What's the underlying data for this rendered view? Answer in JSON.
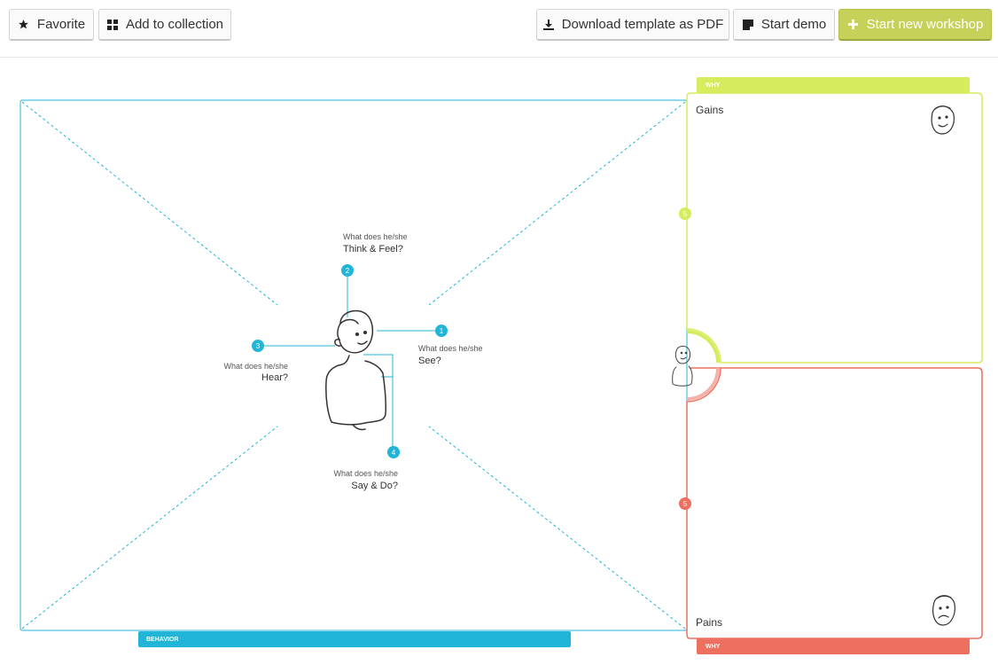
{
  "toolbar": {
    "favorite_label": "Favorite",
    "add_collection_label": "Add to collection",
    "download_pdf_label": "Download template as PDF",
    "start_demo_label": "Start demo",
    "start_workshop_label": "Start new workshop"
  },
  "icons": {
    "favorite": "star-icon",
    "collection": "grid-icon",
    "download": "download-icon",
    "demo": "sticky-note-icon",
    "workshop": "plus-icon"
  },
  "behavior_map": {
    "tag_label": "BEHAVIOR",
    "see": {
      "num": "1",
      "small": "What does he/she",
      "big": "See?"
    },
    "think": {
      "num": "2",
      "small": "What does he/she",
      "big": "Think & Feel?"
    },
    "hear": {
      "num": "3",
      "small": "What does he/she",
      "big": "Hear?"
    },
    "say": {
      "num": "4",
      "small": "What does he/she",
      "big": "Say & Do?"
    }
  },
  "gains": {
    "title": "Gains",
    "tag_label": "WHY",
    "num": "5"
  },
  "pains": {
    "title": "Pains",
    "tag_label": "WHY",
    "num": "5"
  },
  "colors": {
    "blue": "#21b6d7",
    "lime": "#d6ec5c",
    "red": "#ec6f5f",
    "primary_button": "#c6d15a"
  }
}
